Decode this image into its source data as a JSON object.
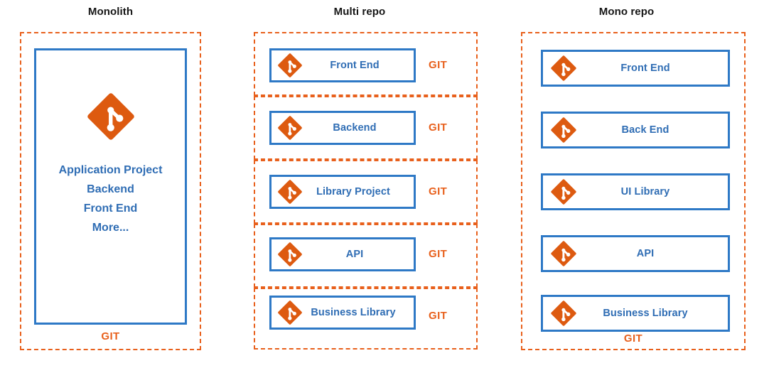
{
  "diagram": {
    "title_monolith": "Monolith",
    "title_multirepo": "Multi repo",
    "title_monorepo": "Mono repo",
    "git_label": "GIT",
    "icon_name": "git-logo-icon",
    "colors": {
      "orange": "#E8601C",
      "git_orange_fill": "#DD5A10",
      "blue_border": "#2E79C6",
      "blue_text": "#2F6DB4",
      "title_black": "#161616",
      "background": "#FFFFFF"
    }
  },
  "monolith": {
    "title": "Monolith",
    "git_label": "GIT",
    "lines": [
      "Application Project",
      "Backend",
      "Front End",
      "More..."
    ]
  },
  "multirepo": {
    "title": "Multi repo",
    "repos": [
      {
        "label": "Front End",
        "git_label": "GIT"
      },
      {
        "label": "Backend",
        "git_label": "GIT"
      },
      {
        "label": "Library Project",
        "git_label": "GIT"
      },
      {
        "label": "API",
        "git_label": "GIT"
      },
      {
        "label": "Business Library",
        "git_label": "GIT"
      }
    ]
  },
  "monorepo": {
    "title": "Mono repo",
    "git_label": "GIT",
    "projects": [
      {
        "label": "Front End"
      },
      {
        "label": "Back End"
      },
      {
        "label": "UI Library"
      },
      {
        "label": "API"
      },
      {
        "label": "Business Library"
      }
    ]
  }
}
